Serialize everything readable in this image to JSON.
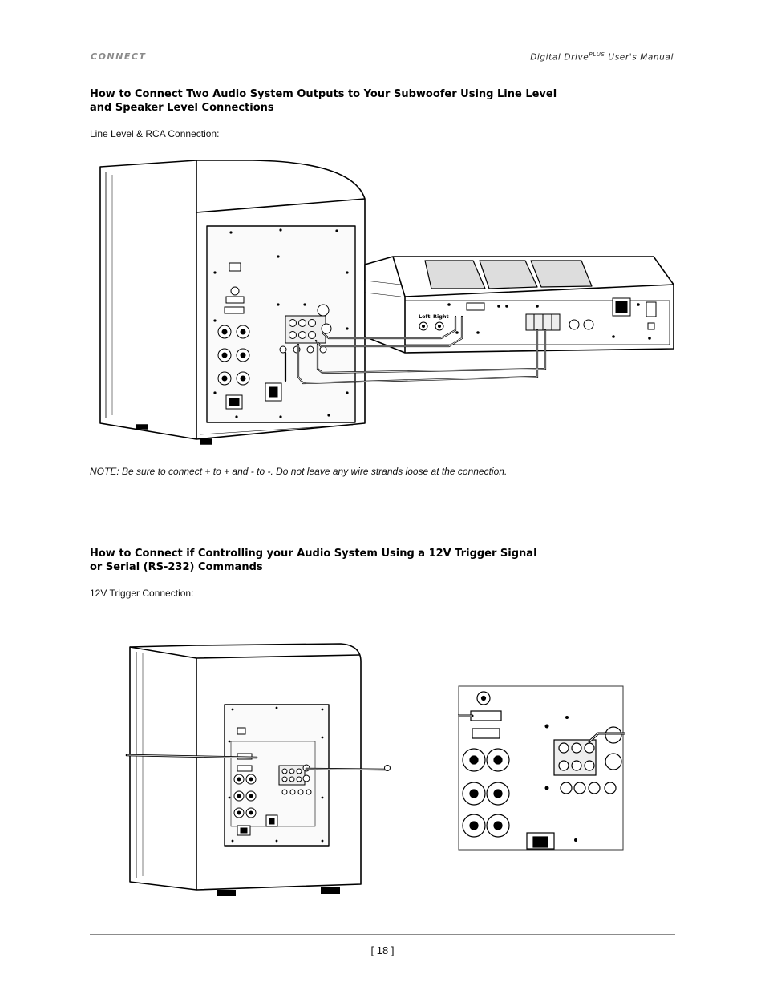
{
  "header": {
    "section": "CONNECT",
    "manual_title_prefix": "Digital Drive",
    "manual_title_sup": "PLUS",
    "manual_title_suffix": " User's Manual"
  },
  "section1": {
    "heading_line1": "How to Connect Two Audio System Outputs to Your Subwoofer Using Line Level",
    "heading_line2": "and Speaker Level Connections",
    "caption": "Line Level & RCA Connection:",
    "figure": {
      "amp_label_left": "Left",
      "amp_label_right": "Right"
    },
    "note": "NOTE:  Be sure to connect + to + and - to -. Do not leave any wire strands loose at the connection."
  },
  "section2": {
    "heading_line1": "How to Connect if Controlling your Audio System Using a 12V Trigger Signal",
    "heading_line2": "or Serial (RS-232) Commands",
    "caption": "12V Trigger Connection:"
  },
  "footer": {
    "page_number": "[ 18 ]"
  }
}
